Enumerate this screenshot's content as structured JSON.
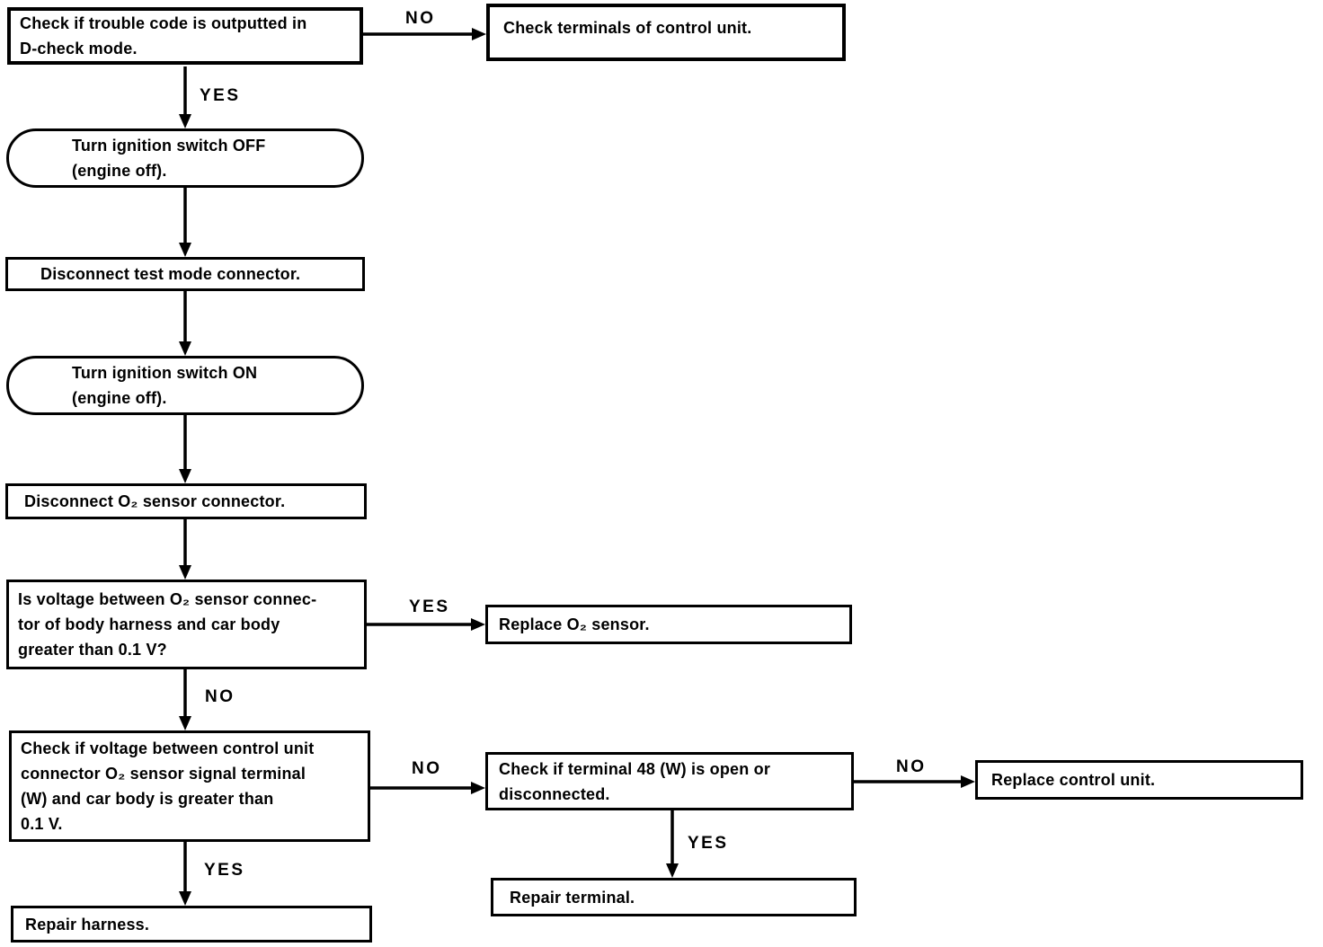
{
  "colors": {
    "ink": "#000000",
    "paper": "#ffffff"
  },
  "nodes": {
    "check_trouble_code": {
      "label": "Check if trouble code is outputted in\nD-check mode.",
      "shape": "rect"
    },
    "check_terminals": {
      "label": "Check terminals of control unit.",
      "shape": "rect"
    },
    "ignition_off": {
      "label": "Turn ignition switch OFF\n(engine off).",
      "shape": "stadium"
    },
    "disconnect_test_mode": {
      "label": "Disconnect test mode connector.",
      "shape": "rect"
    },
    "ignition_on": {
      "label": "Turn ignition switch ON\n(engine off).",
      "shape": "stadium"
    },
    "disconnect_o2_sensor": {
      "label": "Disconnect O₂ sensor connector.",
      "shape": "rect"
    },
    "voltage_body_harness": {
      "label": "Is voltage between O₂ sensor connec-\ntor of body harness and car body\ngreater than 0.1 V?",
      "shape": "rect"
    },
    "replace_o2_sensor": {
      "label": "Replace O₂ sensor.",
      "shape": "rect"
    },
    "voltage_control_unit": {
      "label": "Check if voltage between control unit\nconnector O₂ sensor signal terminal\n(W) and car body is greater than\n0.1 V.",
      "shape": "rect"
    },
    "repair_harness": {
      "label": "Repair harness.",
      "shape": "rect"
    },
    "check_terminal_48": {
      "label": "Check if terminal 48 (W) is open or\ndisconnected.",
      "shape": "rect"
    },
    "replace_control_unit": {
      "label": "Replace control unit.",
      "shape": "rect"
    },
    "repair_terminal": {
      "label": "Repair terminal.",
      "shape": "rect"
    }
  },
  "edges": [
    {
      "from": "check_trouble_code",
      "to": "check_terminals",
      "label": "NO"
    },
    {
      "from": "check_trouble_code",
      "to": "ignition_off",
      "label": "YES"
    },
    {
      "from": "ignition_off",
      "to": "disconnect_test_mode",
      "label": ""
    },
    {
      "from": "disconnect_test_mode",
      "to": "ignition_on",
      "label": ""
    },
    {
      "from": "ignition_on",
      "to": "disconnect_o2_sensor",
      "label": ""
    },
    {
      "from": "disconnect_o2_sensor",
      "to": "voltage_body_harness",
      "label": ""
    },
    {
      "from": "voltage_body_harness",
      "to": "replace_o2_sensor",
      "label": "YES"
    },
    {
      "from": "voltage_body_harness",
      "to": "voltage_control_unit",
      "label": "NO"
    },
    {
      "from": "voltage_control_unit",
      "to": "repair_harness",
      "label": "YES"
    },
    {
      "from": "voltage_control_unit",
      "to": "check_terminal_48",
      "label": "NO"
    },
    {
      "from": "check_terminal_48",
      "to": "replace_control_unit",
      "label": "NO"
    },
    {
      "from": "check_terminal_48",
      "to": "repair_terminal",
      "label": "YES"
    }
  ]
}
